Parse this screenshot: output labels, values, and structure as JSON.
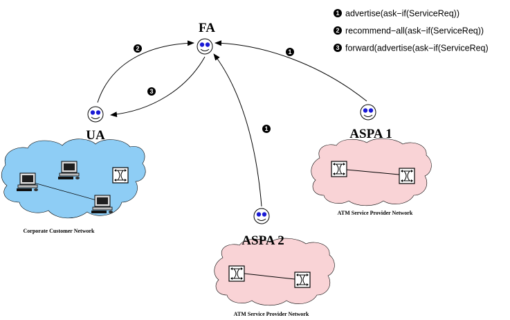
{
  "legend": [
    {
      "num": "1",
      "text": "advertise(ask−if(ServiceReq))"
    },
    {
      "num": "2",
      "text": "recommend−all(ask−if(ServiceReq))"
    },
    {
      "num": "3",
      "text": "forward(advertise(ask−if(ServiceReq)"
    }
  ],
  "agents": {
    "fa": "FA",
    "ua": "UA",
    "aspa1": "ASPA 1",
    "aspa2": "ASPA 2"
  },
  "networks": {
    "corporate": "Corporate Customer Network",
    "atm1": "ATM Service Provider Network",
    "atm2": "ATM Service Provider Network"
  },
  "edge_badges": {
    "ua_to_fa": "2",
    "fa_to_ua": "3",
    "aspa1_to_fa": "1",
    "aspa2_to_fa": "1"
  },
  "colors": {
    "corporate_cloud": "#8ECDF5",
    "atm_cloud": "#F9D3D6",
    "face": "#FFFFFF",
    "eyes": "#1A1AD6",
    "badge": "#000000"
  }
}
